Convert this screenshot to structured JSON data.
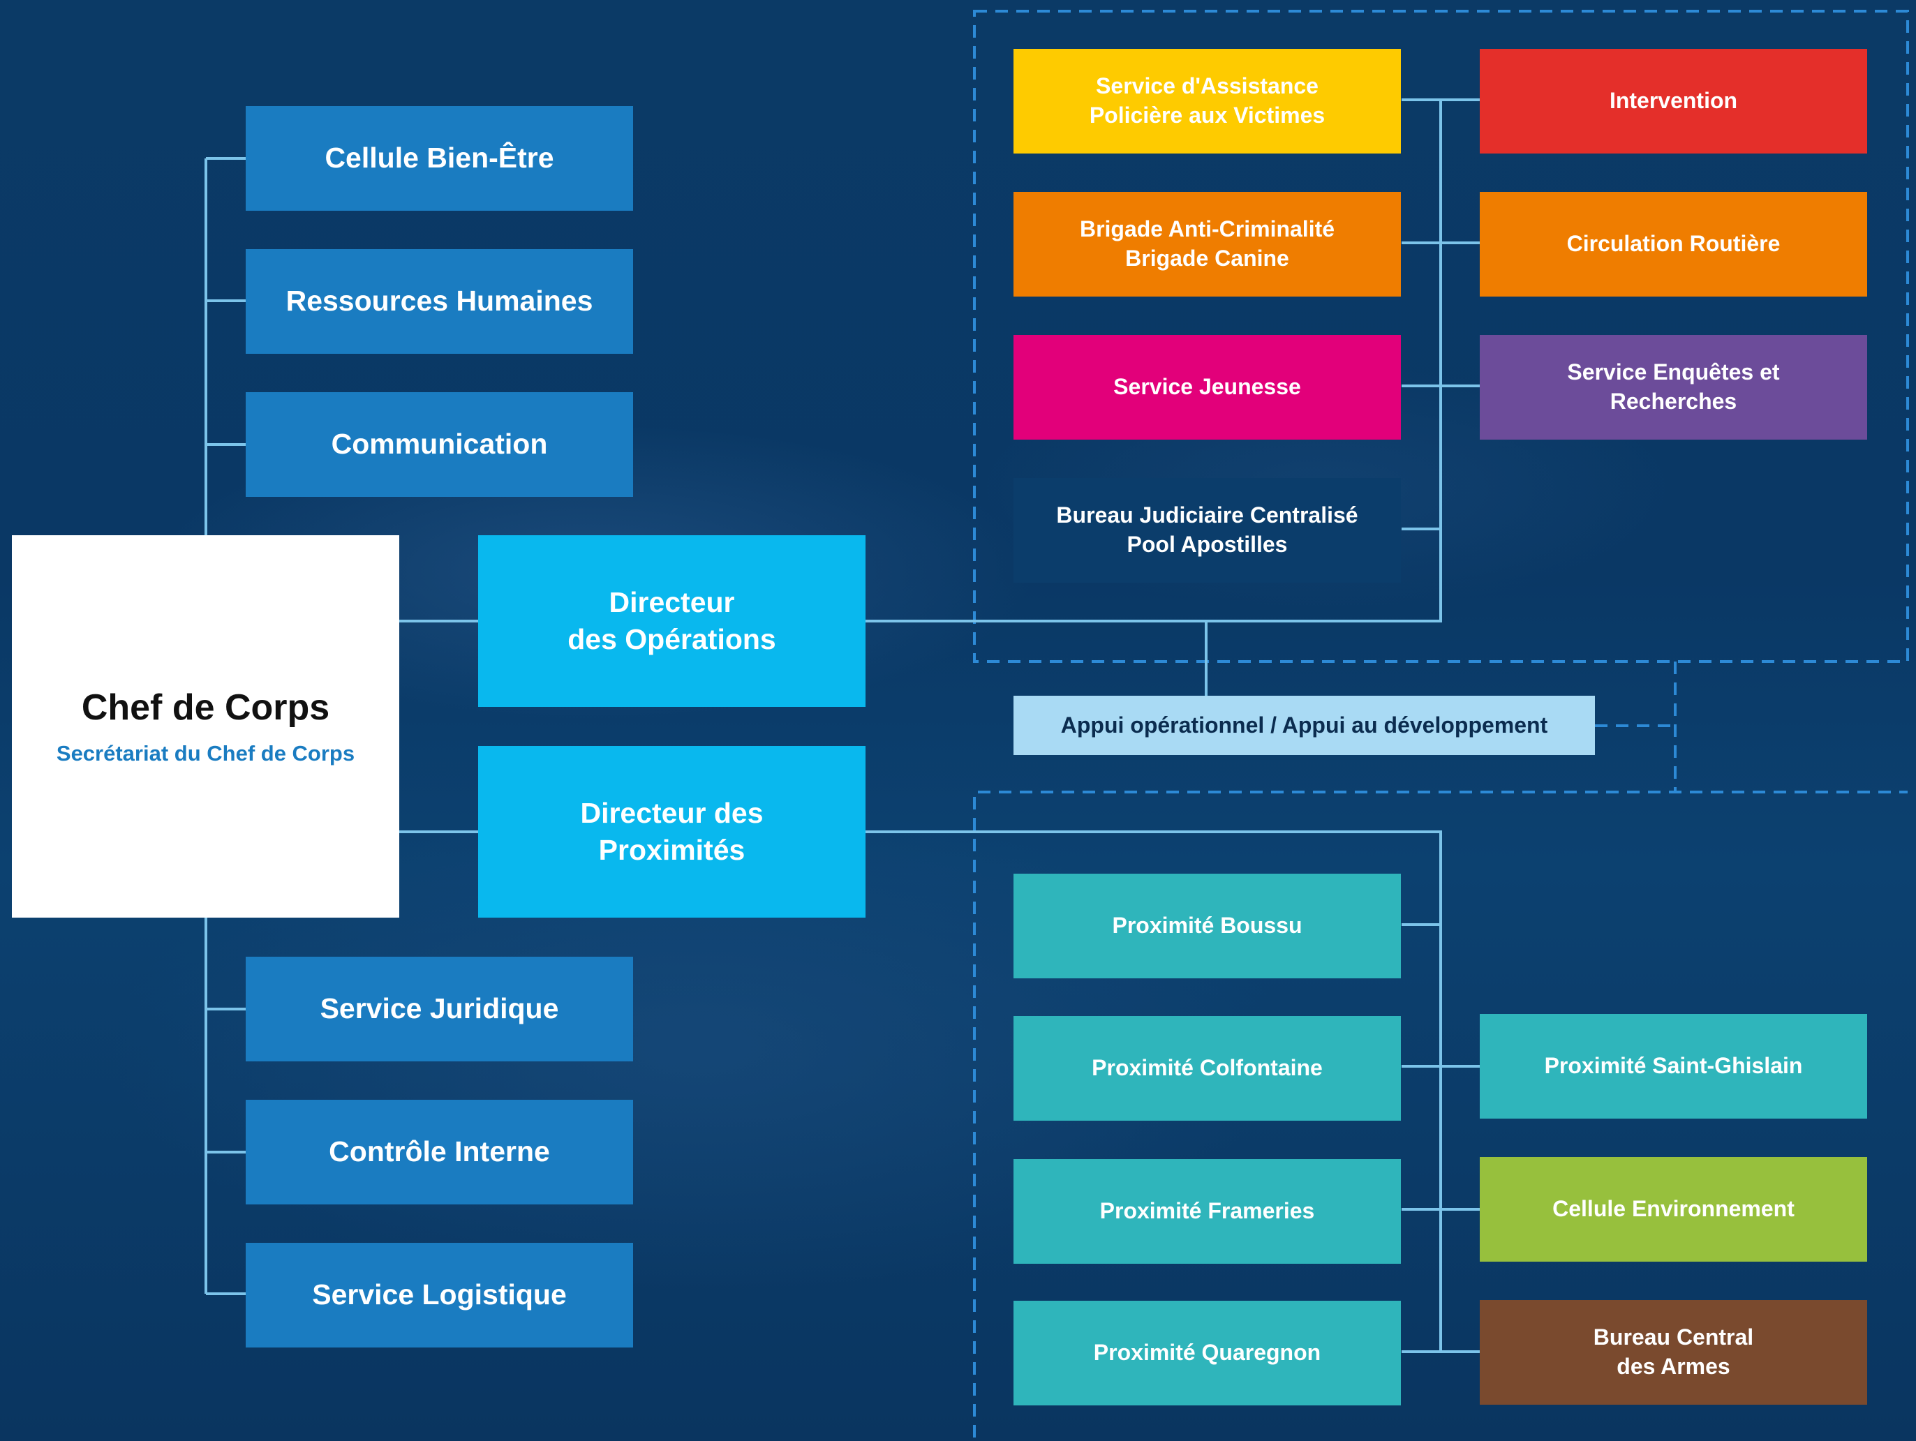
{
  "chef": {
    "title": "Chef de Corps",
    "subtitle": "Secrétariat du Chef de Corps"
  },
  "left_services": [
    "Cellule Bien-Être",
    "Ressources Humaines",
    "Communication",
    "Service Juridique",
    "Contrôle Interne",
    "Service Logistique"
  ],
  "directors": {
    "operations": "Directeur\ndes Opérations",
    "proximites": "Directeur des\nProximités"
  },
  "appui": "Appui opérationnel / Appui au développement",
  "operations_units": [
    {
      "label": "Service d'Assistance\nPolicière aux Victimes",
      "color": "#fecb00"
    },
    {
      "label": "Brigade Anti-Criminalité\nBrigade Canine",
      "color": "#ef7d00"
    },
    {
      "label": "Service Jeunesse",
      "color": "#e2007a"
    },
    {
      "label": "Bureau Judiciaire Centralisé\nPool Apostilles",
      "color": "#0b3d6b"
    },
    {
      "label": "Intervention",
      "color": "#e42f2a"
    },
    {
      "label": "Circulation Routière",
      "color": "#ef7d00"
    },
    {
      "label": "Service Enquêtes et\nRecherches",
      "color": "#6c4c9a"
    }
  ],
  "proximite_units": [
    {
      "label": "Proximité Boussu",
      "color": "#2fb5bb"
    },
    {
      "label": "Proximité Colfontaine",
      "color": "#2fb5bb"
    },
    {
      "label": "Proximité Frameries",
      "color": "#2fb5bb"
    },
    {
      "label": "Proximité Quaregnon",
      "color": "#2fb5bb"
    },
    {
      "label": "Proximité Saint-Ghislain",
      "color": "#2fb5bb"
    },
    {
      "label": "Cellule Environnement",
      "color": "#97c03d"
    },
    {
      "label": "Bureau Central\ndes Armes",
      "color": "#7a4a2e"
    }
  ],
  "line_color": "#7cc4ea",
  "dashed_color": "#2d8ad6"
}
